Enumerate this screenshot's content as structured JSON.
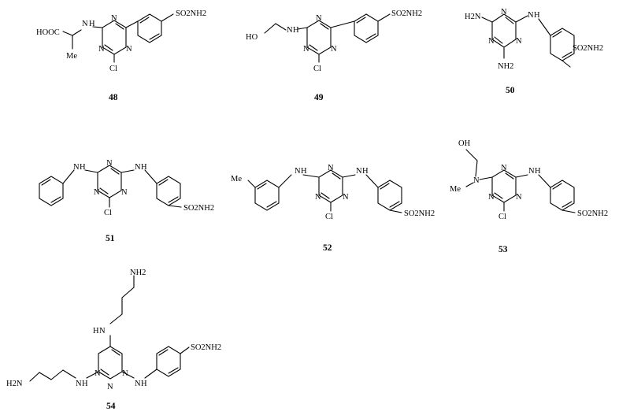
{
  "compounds": [
    {
      "number": "48",
      "labels": {
        "sulfonamide": "SO2NH2",
        "acid": "HOOC",
        "nh": "N",
        "h": "H",
        "methyl": "Me",
        "cl": "Cl",
        "ring_n": "N"
      }
    },
    {
      "number": "49",
      "labels": {
        "sulfonamide": "SO2NH2",
        "ho": "HO",
        "nh": "N",
        "h": "H",
        "cl": "Cl",
        "ring_n": "N"
      }
    },
    {
      "number": "50",
      "labels": {
        "sulfonamide": "SO2NH2",
        "amine": "H2N",
        "amine2": "NH2",
        "nh": "N",
        "h": "H",
        "ring_n": "N"
      }
    },
    {
      "number": "51",
      "labels": {
        "sulfonamide": "SO2NH2",
        "nh": "N",
        "h": "H",
        "cl": "Cl",
        "ring_n": "N"
      }
    },
    {
      "number": "52",
      "labels": {
        "sulfonamide": "SO2NH2",
        "methyl": "Me",
        "nh": "N",
        "h": "H",
        "cl": "Cl",
        "ring_n": "N"
      }
    },
    {
      "number": "53",
      "labels": {
        "sulfonamide": "SO2NH2",
        "oh": "OH",
        "methyl": "Me",
        "n_tert": "N",
        "nh": "N",
        "h": "H",
        "cl": "Cl",
        "ring_n": "N"
      }
    },
    {
      "number": "54",
      "labels": {
        "sulfonamide": "SO2NH2",
        "nh2": "NH2",
        "h2n": "H2N",
        "nh": "N",
        "h": "H",
        "ring_n": "N"
      }
    }
  ]
}
